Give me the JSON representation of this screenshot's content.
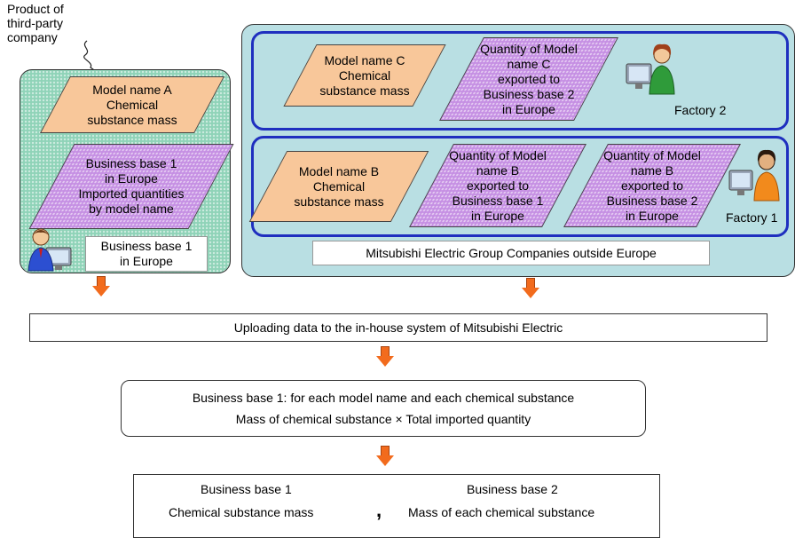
{
  "third_party_label": "Product of\nthird-party\ncompany",
  "left_group": {
    "model_a": "Model name A\nChemical\nsubstance mass",
    "imports": "Business base 1\nin Europe\nImported quantities\nby model name",
    "base_label": "Business base 1\nin Europe"
  },
  "factory2": {
    "model_c": "Model name C\nChemical\nsubstance mass",
    "qty_c": "Quantity of Model\nname C\nexported to\nBusiness base 2\nin Europe",
    "label": "Factory 2"
  },
  "factory1": {
    "model_b": "Model name B\nChemical\nsubstance mass",
    "qty_b1": "Quantity of Model\nname B\nexported to\nBusiness base 1\nin Europe",
    "qty_b2": "Quantity of Model\nname B\nexported to\nBusiness base 2\nin Europe",
    "label": "Factory 1"
  },
  "group_label": "Mitsubishi Electric Group Companies outside Europe",
  "upload_label": "Uploading data to the in-house system of Mitsubishi Electric",
  "calc": {
    "line1": "Business base 1: for each model name and each chemical substance",
    "line2": "Mass of chemical substance × Total imported quantity"
  },
  "result": {
    "base1_title": "Business base 1",
    "base1_value": "Chemical substance mass",
    "separator": ",",
    "base2_title": "Business base 2",
    "base2_value": "Mass of each chemical substance"
  },
  "colors": {
    "arrow": "#f26b1d",
    "factory_border": "#1f2fbf",
    "orange_fill": "#f8c79a",
    "purple_fill": "#c58fe3",
    "green_fill": "#8fd3b8",
    "teal_fill": "#b9dfe3"
  }
}
